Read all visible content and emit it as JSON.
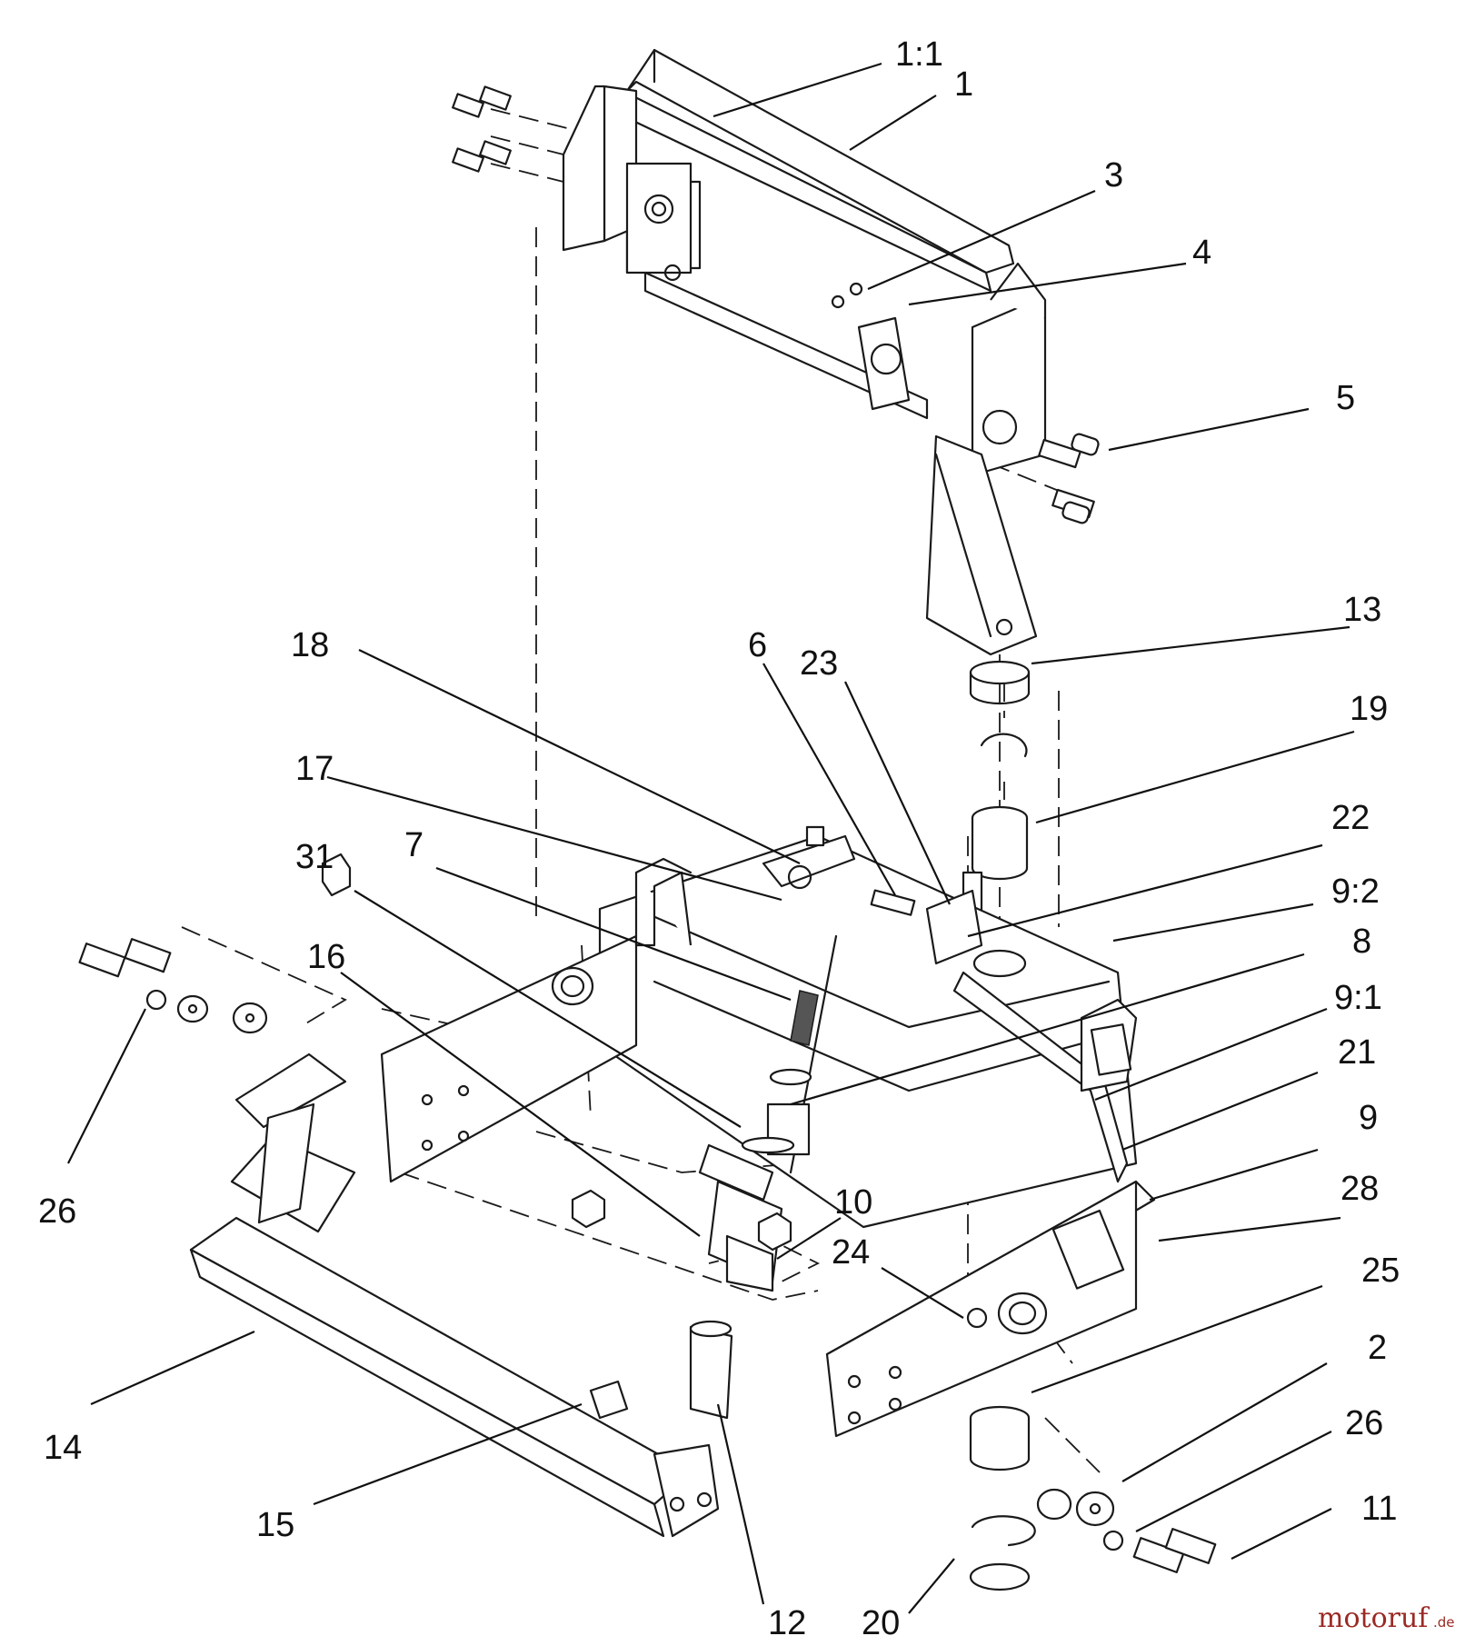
{
  "callouts": [
    {
      "id": "c-1-1",
      "text": "1:1"
    },
    {
      "id": "c-1",
      "text": "1"
    },
    {
      "id": "c-3",
      "text": "3"
    },
    {
      "id": "c-4",
      "text": "4"
    },
    {
      "id": "c-5",
      "text": "5"
    },
    {
      "id": "c-13",
      "text": "13"
    },
    {
      "id": "c-19",
      "text": "19"
    },
    {
      "id": "c-18",
      "text": "18"
    },
    {
      "id": "c-6",
      "text": "6"
    },
    {
      "id": "c-23",
      "text": "23"
    },
    {
      "id": "c-22",
      "text": "22"
    },
    {
      "id": "c-17",
      "text": "17"
    },
    {
      "id": "c-31",
      "text": "31"
    },
    {
      "id": "c-7",
      "text": "7"
    },
    {
      "id": "c-9-2",
      "text": "9:2"
    },
    {
      "id": "c-8",
      "text": "8"
    },
    {
      "id": "c-16",
      "text": "16"
    },
    {
      "id": "c-9-1",
      "text": "9:1"
    },
    {
      "id": "c-21",
      "text": "21"
    },
    {
      "id": "c-9",
      "text": "9"
    },
    {
      "id": "c-28",
      "text": "28"
    },
    {
      "id": "c-10",
      "text": "10"
    },
    {
      "id": "c-24",
      "text": "24"
    },
    {
      "id": "c-25",
      "text": "25"
    },
    {
      "id": "c-2",
      "text": "2"
    },
    {
      "id": "c-26a",
      "text": "26"
    },
    {
      "id": "c-26b",
      "text": "26"
    },
    {
      "id": "c-14",
      "text": "14"
    },
    {
      "id": "c-15",
      "text": "15"
    },
    {
      "id": "c-12",
      "text": "12"
    },
    {
      "id": "c-20",
      "text": "20"
    },
    {
      "id": "c-11",
      "text": "11"
    }
  ],
  "watermark": {
    "brand": "motoruf",
    "suffix": ".de"
  }
}
